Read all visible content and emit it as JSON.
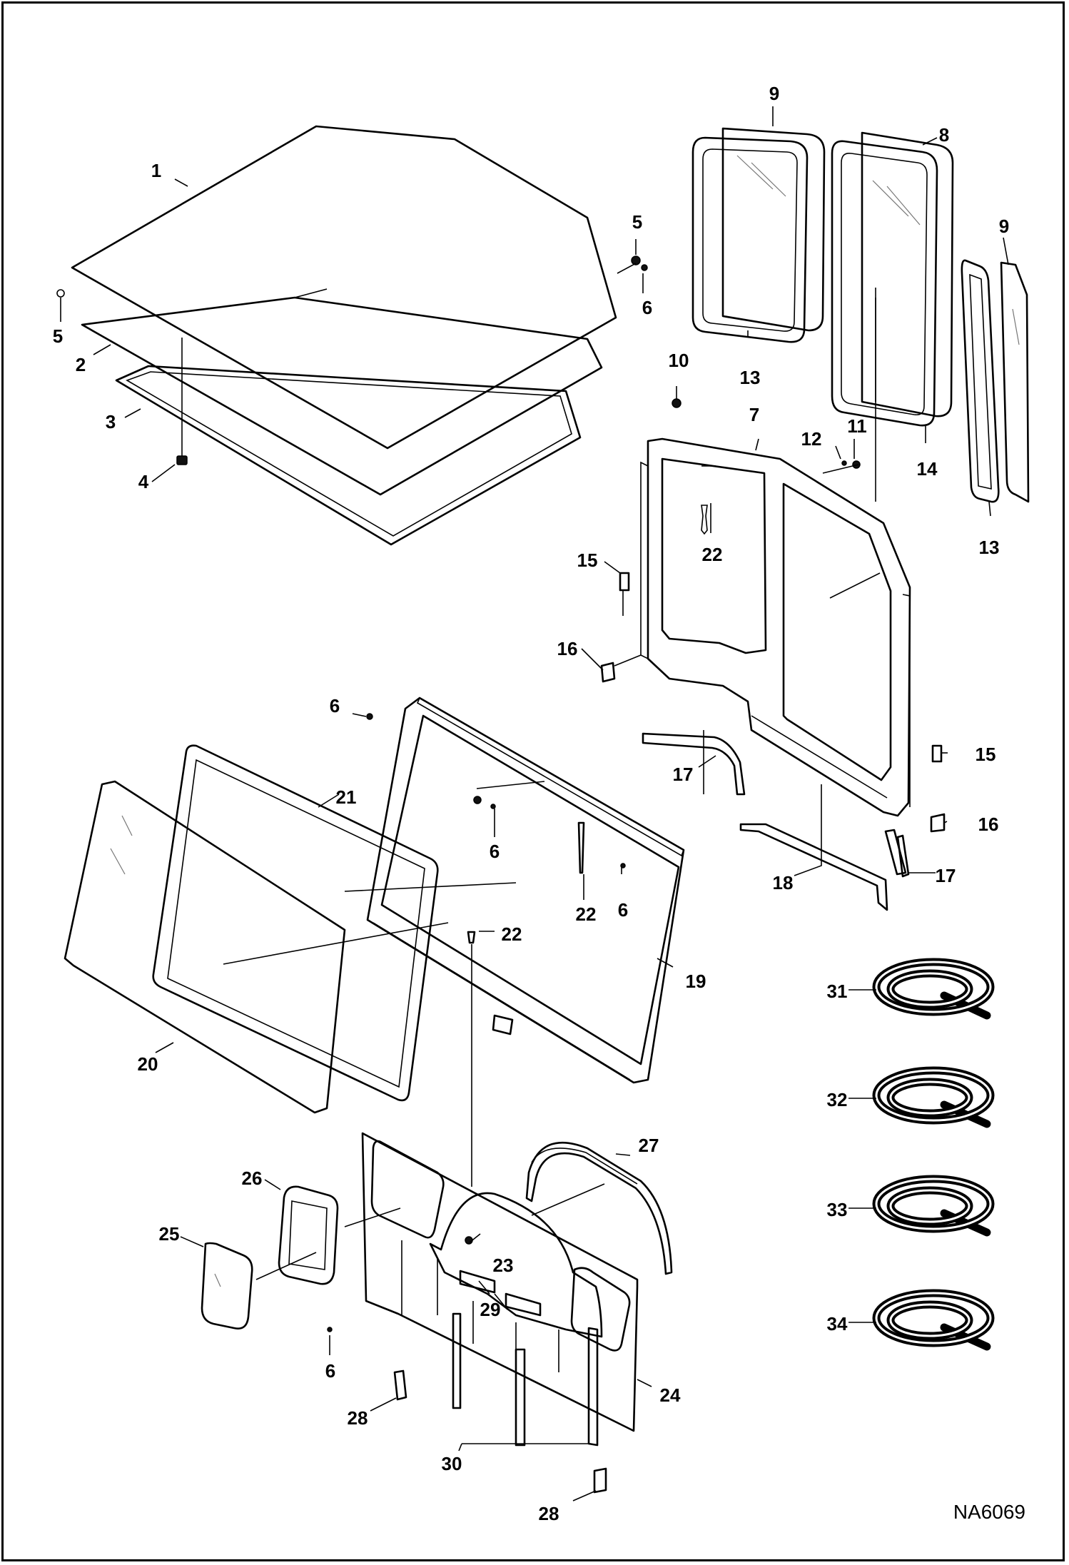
{
  "drawing_code": "NA6069",
  "callouts": {
    "c1": "1",
    "c2": "2",
    "c3": "3",
    "c4": "4",
    "c5a": "5",
    "c5b": "5",
    "c6a": "6",
    "c6b": "6",
    "c6c": "6",
    "c6d": "6",
    "c6e": "6",
    "c7": "7",
    "c8": "8",
    "c9a": "9",
    "c9b": "9",
    "c10": "10",
    "c11": "11",
    "c12": "12",
    "c13a": "13",
    "c13b": "13",
    "c14": "14",
    "c15a": "15",
    "c15b": "15",
    "c16a": "16",
    "c16b": "16",
    "c17a": "17",
    "c17b": "17",
    "c18": "18",
    "c19": "19",
    "c20": "20",
    "c21": "21",
    "c22a": "22",
    "c22b": "22",
    "c22c": "22",
    "c23": "23",
    "c24": "24",
    "c25": "25",
    "c26": "26",
    "c27": "27",
    "c28a": "28",
    "c28b": "28",
    "c29": "29",
    "c30": "30",
    "c31": "31",
    "c32": "32",
    "c33": "33",
    "c34": "34"
  }
}
